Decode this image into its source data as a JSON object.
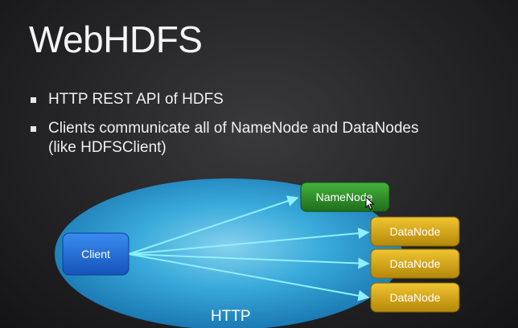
{
  "slide": {
    "title": "WebHDFS",
    "bullets": [
      {
        "lines": [
          "HTTP REST API of HDFS"
        ]
      },
      {
        "lines": [
          "Clients communicate all of NameNode and DataNodes",
          "(like HDFSClient)"
        ]
      }
    ]
  },
  "diagram": {
    "ellipse_label": "HTTP",
    "client": {
      "label": "Client"
    },
    "namenode": {
      "label": "NameNode"
    },
    "datanodes": [
      {
        "label": "DataNode"
      },
      {
        "label": "DataNode"
      },
      {
        "label": "DataNode"
      }
    ]
  },
  "colors": {
    "background": "#1d1d1f",
    "ellipse": "#3bb6ea",
    "client": "#1f6fd6",
    "namenode": "#2f8f2a",
    "datanode": "#d6a516",
    "arrow": "#6fe3ff"
  },
  "icons": {
    "bullet": "square-bullet-icon",
    "cursor": "mouse-pointer-icon"
  }
}
